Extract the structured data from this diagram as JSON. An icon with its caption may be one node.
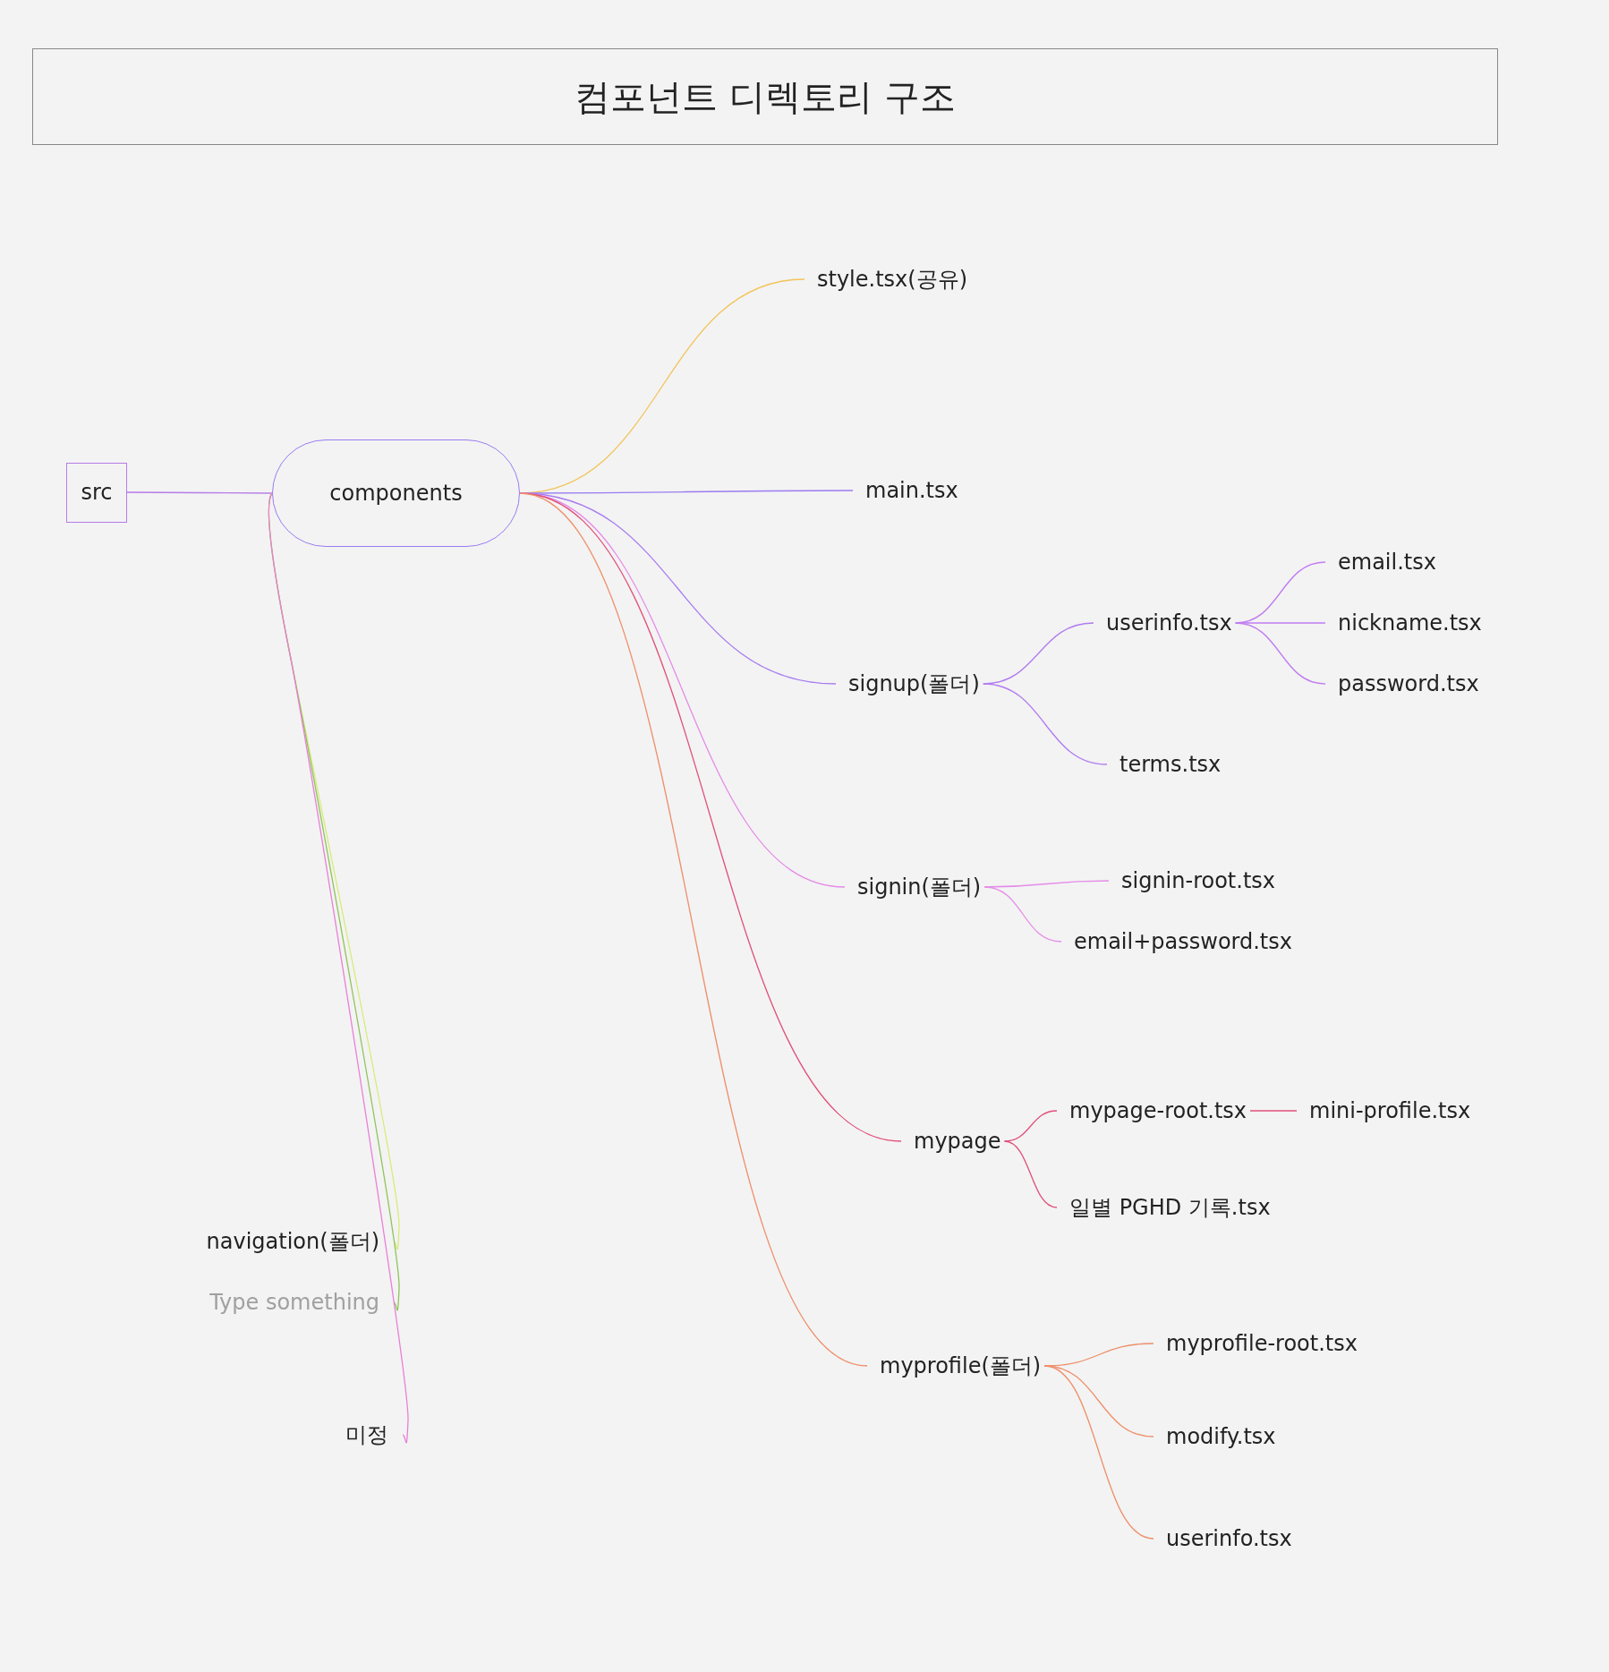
{
  "diagram": {
    "title": "컴포넌트 디렉토리 구조",
    "nodes": [
      {
        "text": [
          "src"
        ]
      },
      {
        "text": [
          "components"
        ]
      },
      {
        "text": [
          "style.tsx(공유)"
        ]
      },
      {
        "text": [
          "main.tsx"
        ]
      },
      {
        "text": [
          "signup(폴더)"
        ]
      },
      {
        "text": [
          "userinfo.tsx"
        ]
      },
      {
        "text": [
          "email.tsx"
        ]
      },
      {
        "text": [
          "nickname.tsx"
        ]
      },
      {
        "text": [
          "password.tsx"
        ]
      },
      {
        "text": [
          "terms.tsx"
        ]
      },
      {
        "text": [
          "signin(폴더)"
        ]
      },
      {
        "text": [
          "signin-root.tsx"
        ]
      },
      {
        "text": [
          "email+password.tsx"
        ]
      },
      {
        "text": [
          "mypage"
        ]
      },
      {
        "text": [
          "mypage-root.tsx"
        ]
      },
      {
        "text": [
          "mini-profile.tsx"
        ]
      },
      {
        "text": [
          "일별 PGHD 기록.tsx"
        ]
      },
      {
        "text": [
          "myprofile(폴더)"
        ]
      },
      {
        "text": [
          "myprofile-root.tsx"
        ]
      },
      {
        "text": [
          "modify.tsx"
        ]
      },
      {
        "text": [
          "userinfo.tsx"
        ]
      },
      {
        "text": [
          "navigation(폴더)"
        ]
      },
      {
        "text": [
          "Type something"
        ]
      },
      {
        "text": [
          "미정"
        ]
      }
    ],
    "edges": [
      {
        "from": 0,
        "to": 1,
        "arrow": "none",
        "color": "#b57be6"
      },
      {
        "from": 1,
        "to": 2,
        "arrow": "none",
        "color": "#f2c45a"
      },
      {
        "from": 1,
        "to": 3,
        "arrow": "none",
        "color": "#9a7cf0"
      },
      {
        "from": 1,
        "to": 4,
        "arrow": "none",
        "color": "#a77cf0"
      },
      {
        "from": 1,
        "to": 10,
        "arrow": "none",
        "color": "#e48ce8"
      },
      {
        "from": 1,
        "to": 13,
        "arrow": "none",
        "color": "#e0507a"
      },
      {
        "from": 1,
        "to": 17,
        "arrow": "none",
        "color": "#ee8f6a"
      },
      {
        "from": 1,
        "to": 21,
        "arrow": "none",
        "color": "#d6ec7a"
      },
      {
        "from": 1,
        "to": 22,
        "arrow": "none",
        "color": "#8fc45a"
      },
      {
        "from": 1,
        "to": 23,
        "arrow": "none",
        "color": "#ea7fd6"
      },
      {
        "from": 4,
        "to": 5,
        "arrow": "none",
        "color": "#b07cf0"
      },
      {
        "from": 4,
        "to": 9,
        "arrow": "none",
        "color": "#b07cf0"
      },
      {
        "from": 5,
        "to": 6,
        "arrow": "none",
        "color": "#c07cf0"
      },
      {
        "from": 5,
        "to": 7,
        "arrow": "none",
        "color": "#c07cf0"
      },
      {
        "from": 5,
        "to": 8,
        "arrow": "none",
        "color": "#c07cf0"
      },
      {
        "from": 10,
        "to": 11,
        "arrow": "none",
        "color": "#e48ce8"
      },
      {
        "from": 10,
        "to": 12,
        "arrow": "none",
        "color": "#e48ce8"
      },
      {
        "from": 13,
        "to": 14,
        "arrow": "none",
        "color": "#e0507a"
      },
      {
        "from": 13,
        "to": 16,
        "arrow": "none",
        "color": "#e0507a"
      },
      {
        "from": 14,
        "to": 15,
        "arrow": "none",
        "color": "#e0507a"
      },
      {
        "from": 17,
        "to": 18,
        "arrow": "none",
        "color": "#ee8f6a"
      },
      {
        "from": 17,
        "to": 19,
        "arrow": "none",
        "color": "#ee8f6a"
      },
      {
        "from": 17,
        "to": 20,
        "arrow": "none",
        "color": "#ee8f6a"
      }
    ]
  }
}
